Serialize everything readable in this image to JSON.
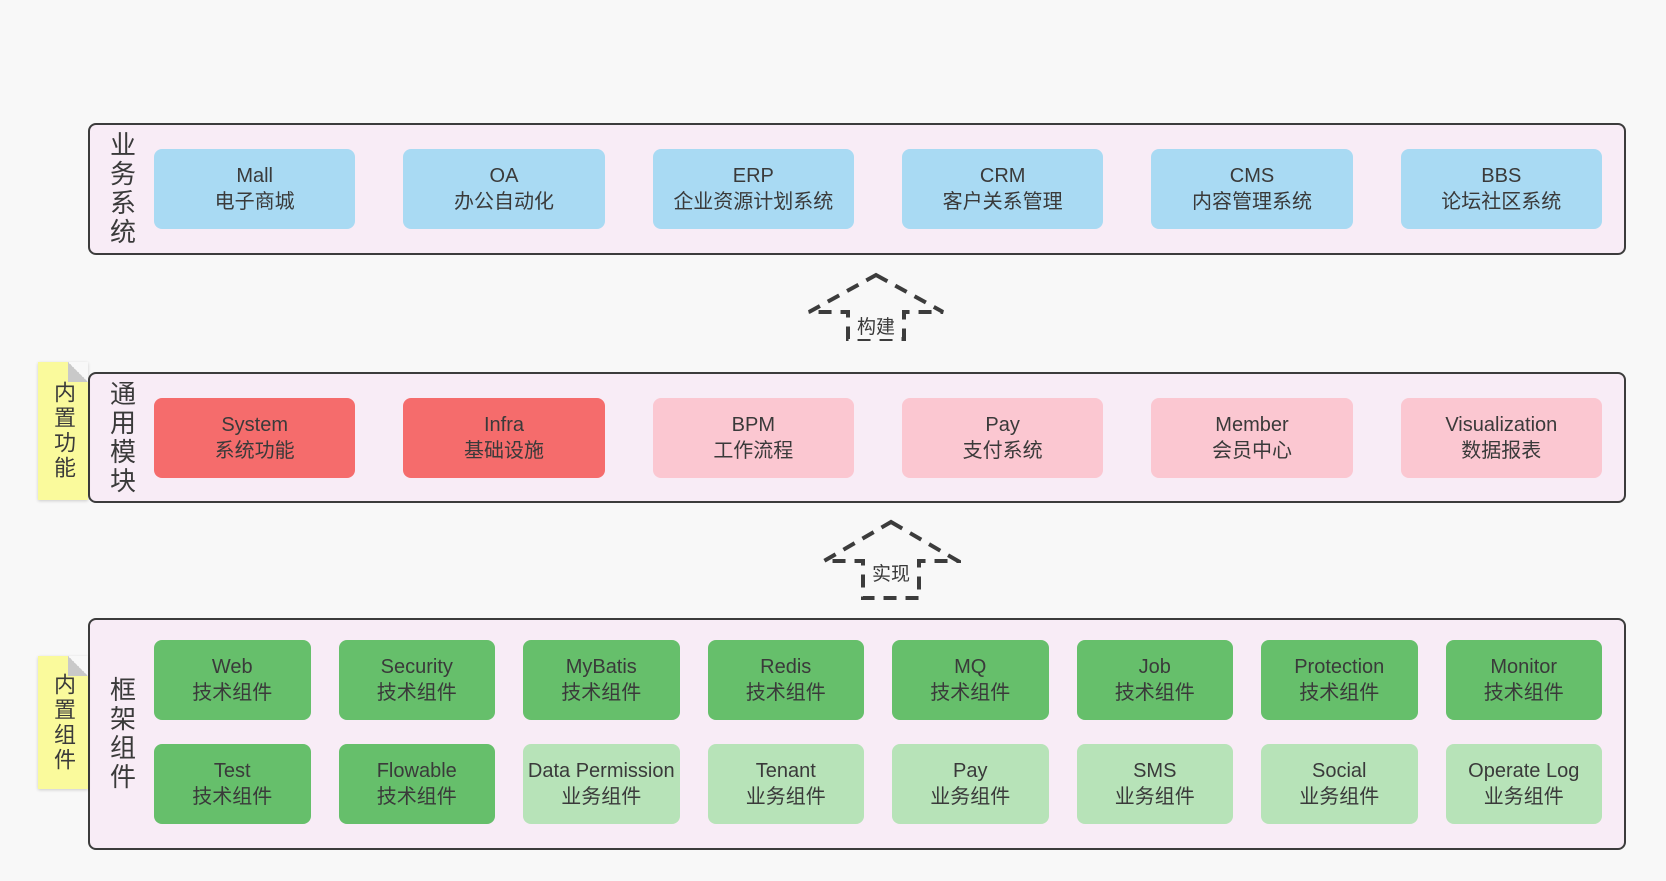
{
  "colors": {
    "page_bg": "#f8f8f8",
    "band_bg": "#f8ecf6",
    "band_border": "#3c3c3c",
    "text": "#3a3a3a",
    "blue": "#a9daf3",
    "red": "#f56c6c",
    "pink": "#fbc7d1",
    "green": "#66bf6b",
    "green_light": "#b7e3b8",
    "sticky": "#fafa9c",
    "fold": "#c9c9c9"
  },
  "arrows": [
    {
      "label": "构建"
    },
    {
      "label": "实现"
    }
  ],
  "bands": {
    "business": {
      "label": "业务系统",
      "boxes": [
        {
          "name": "Mall",
          "desc": "电子商城",
          "type": "blue"
        },
        {
          "name": "OA",
          "desc": "办公自动化",
          "type": "blue"
        },
        {
          "name": "ERP",
          "desc": "企业资源计划系统",
          "type": "blue"
        },
        {
          "name": "CRM",
          "desc": "客户关系管理",
          "type": "blue"
        },
        {
          "name": "CMS",
          "desc": "内容管理系统",
          "type": "blue"
        },
        {
          "name": "BBS",
          "desc": "论坛社区系统",
          "type": "blue"
        }
      ]
    },
    "modules": {
      "label": "通用模块",
      "sticky": "内置功能",
      "boxes": [
        {
          "name": "System",
          "desc": "系统功能",
          "type": "red"
        },
        {
          "name": "Infra",
          "desc": "基础设施",
          "type": "red"
        },
        {
          "name": "BPM",
          "desc": "工作流程",
          "type": "pink"
        },
        {
          "name": "Pay",
          "desc": "支付系统",
          "type": "pink"
        },
        {
          "name": "Member",
          "desc": "会员中心",
          "type": "pink"
        },
        {
          "name": "Visualization",
          "desc": "数据报表",
          "type": "pink"
        }
      ]
    },
    "components": {
      "label": "框架组件",
      "sticky": "内置组件",
      "rows": [
        [
          {
            "name": "Web",
            "desc": "技术组件",
            "type": "green"
          },
          {
            "name": "Security",
            "desc": "技术组件",
            "type": "green"
          },
          {
            "name": "MyBatis",
            "desc": "技术组件",
            "type": "green"
          },
          {
            "name": "Redis",
            "desc": "技术组件",
            "type": "green"
          },
          {
            "name": "MQ",
            "desc": "技术组件",
            "type": "green"
          },
          {
            "name": "Job",
            "desc": "技术组件",
            "type": "green"
          },
          {
            "name": "Protection",
            "desc": "技术组件",
            "type": "green"
          },
          {
            "name": "Monitor",
            "desc": "技术组件",
            "type": "green"
          }
        ],
        [
          {
            "name": "Test",
            "desc": "技术组件",
            "type": "green"
          },
          {
            "name": "Flowable",
            "desc": "技术组件",
            "type": "green"
          },
          {
            "name": "Data Permission",
            "desc": "业务组件",
            "type": "lightgreen"
          },
          {
            "name": "Tenant",
            "desc": "业务组件",
            "type": "lightgreen"
          },
          {
            "name": "Pay",
            "desc": "业务组件",
            "type": "lightgreen"
          },
          {
            "name": "SMS",
            "desc": "业务组件",
            "type": "lightgreen"
          },
          {
            "name": "Social",
            "desc": "业务组件",
            "type": "lightgreen"
          },
          {
            "name": "Operate Log",
            "desc": "业务组件",
            "type": "lightgreen"
          }
        ]
      ]
    }
  }
}
